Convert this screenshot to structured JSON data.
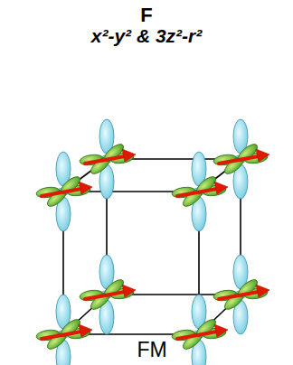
{
  "diagram": {
    "title": "F",
    "caption": "FM",
    "labels": [
      "x²-y² & 3z²-r²"
    ]
  }
}
